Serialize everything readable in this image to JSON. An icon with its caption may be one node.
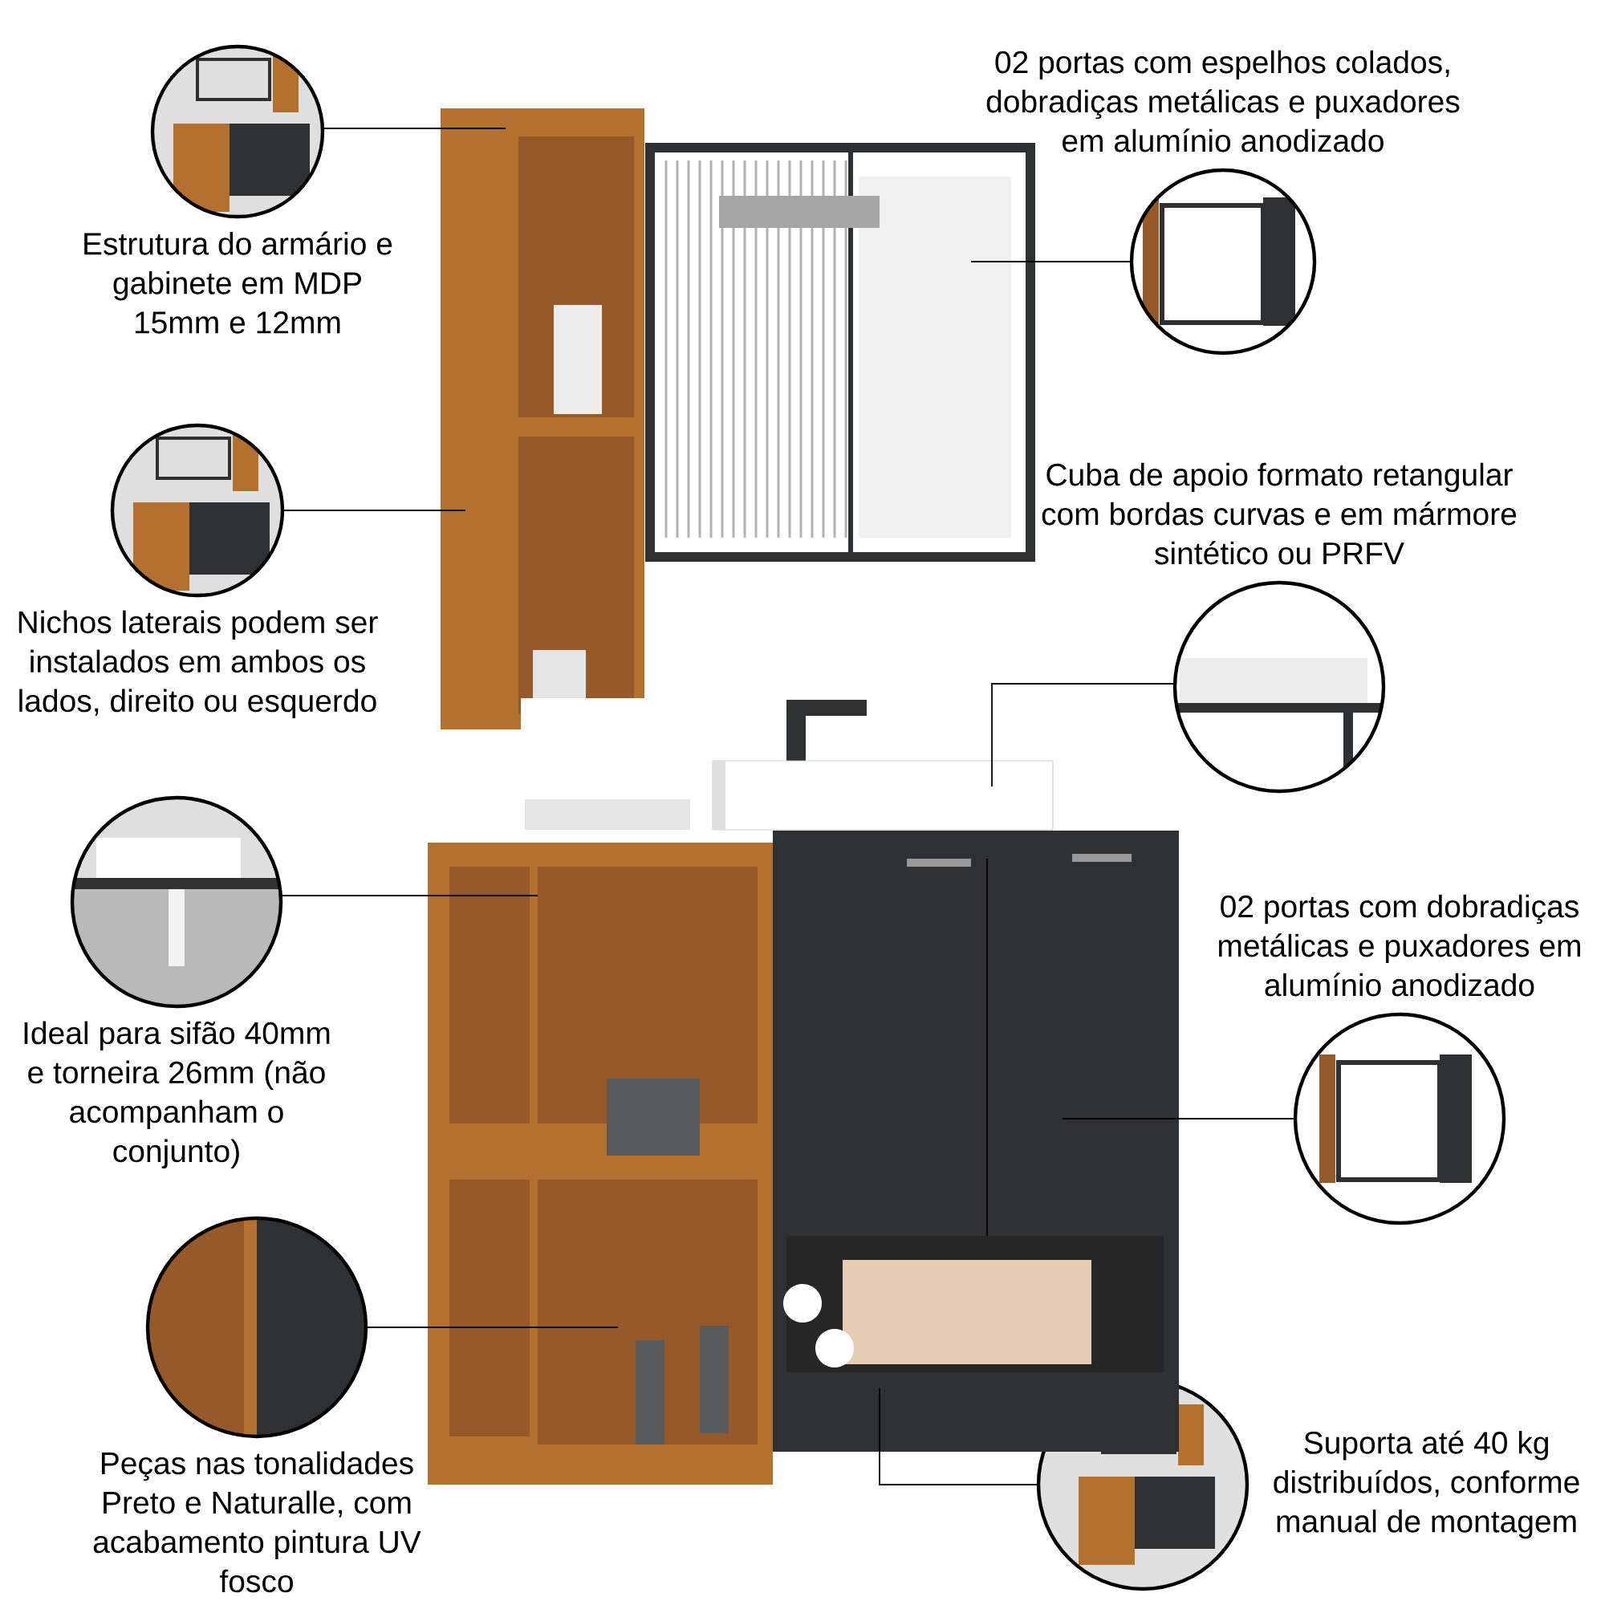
{
  "diagram": {
    "nodes": [
      {
        "text": [
          "Estrutura do armário e gabinete em MDP 15mm e 12mm"
        ]
      },
      {
        "text": [
          "Nichos laterais podem ser instalados em ambos os lados, direito ou esquerdo"
        ]
      },
      {
        "text": [
          "Ideal para sifão 40mm e torneira 26mm (não acompanham o conjunto)"
        ]
      },
      {
        "text": [
          "Peças nas tonalidades Preto e Naturalle, com acabamento pintura UV fosco"
        ]
      },
      {
        "text": [
          "02 portas com espelhos colados, dobradiças metálicas e puxadores em alumínio anodizado"
        ]
      },
      {
        "text": [
          "Cuba de apoio formato retangular com bordas curvas e em mármore sintético ou PRFV"
        ]
      },
      {
        "text": [
          "02 portas com dobradiças metálicas e puxadores em alumínio anodizado"
        ]
      },
      {
        "text": [
          "Suporta até 40 kg distribuídos, conforme manual de montagem"
        ]
      },
      {
        "text": [],
        "shape": "picture"
      },
      {
        "text": [],
        "shape": "picture"
      },
      {
        "text": [],
        "shape": "picture"
      },
      {
        "text": [],
        "shape": "picture"
      },
      {
        "text": [],
        "shape": "picture"
      }
    ],
    "edges": [
      {
        "from": 0,
        "to": 8,
        "arrow": "none"
      },
      {
        "from": 1,
        "to": 8,
        "arrow": "none"
      },
      {
        "from": 2,
        "to": 11,
        "arrow": "none"
      },
      {
        "from": 3,
        "to": 11,
        "arrow": "none"
      },
      {
        "from": 4,
        "to": 9,
        "arrow": "none"
      },
      {
        "from": 5,
        "to": 10,
        "arrow": "none"
      },
      {
        "from": 6,
        "to": 12,
        "arrow": "none"
      },
      {
        "from": 7,
        "to": 12,
        "arrow": "none"
      }
    ]
  }
}
